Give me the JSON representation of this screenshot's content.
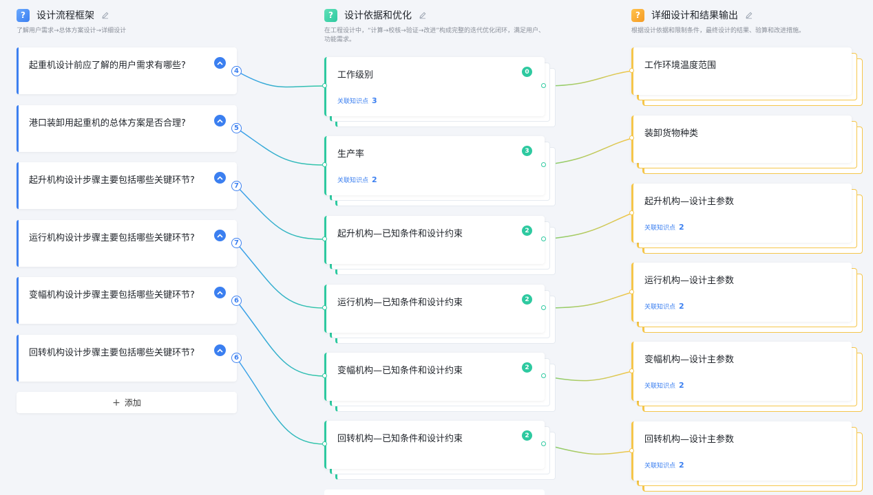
{
  "colors": {
    "blue": "#3b7ff0",
    "green": "#2ec9a0",
    "yellow": "#f5c64a",
    "background": "#f3f5f9"
  },
  "columns": [
    {
      "title": "设计流程框架",
      "description": "了解用户需求→总体方案设计→详细设计",
      "icon": "question-icon",
      "edit_icon": "pencil-icon"
    },
    {
      "title": "设计依据和优化",
      "description": "在工程设计中，“计算→校核→验证→改进”构成完整的迭代优化闭环，满足用户、功能需求。",
      "icon": "question-icon",
      "edit_icon": "pencil-icon"
    },
    {
      "title": "详细设计和结果输出",
      "description": "根据设计依据和限制条件，最终设计的结果、验算和改进措施。",
      "icon": "question-icon",
      "edit_icon": "pencil-icon"
    }
  ],
  "questions": [
    {
      "text": "起重机设计前应了解的用户需求有哪些?",
      "count": "4"
    },
    {
      "text": "港口装卸用起重机的总体方案是否合理?",
      "count": "5"
    },
    {
      "text": "起升机构设计步骤主要包括哪些关键环节?",
      "count": "7"
    },
    {
      "text": "运行机构设计步骤主要包括哪些关键环节?",
      "count": "7"
    },
    {
      "text": "变幅机构设计步骤主要包括哪些关键环节?",
      "count": "6"
    },
    {
      "text": "回转机构设计步骤主要包括哪些关键环节?",
      "count": "6"
    }
  ],
  "add_button": {
    "icon": "plus-icon",
    "label": "添加"
  },
  "basis_items": [
    {
      "title": "工作级别",
      "badge": "0",
      "related_label": "关联知识点",
      "related_count": "3"
    },
    {
      "title": "生产率",
      "badge": "3",
      "related_label": "关联知识点",
      "related_count": "2"
    },
    {
      "title": "起升机构—已知条件和设计约束",
      "badge": "2"
    },
    {
      "title": "运行机构—已知条件和设计约束",
      "badge": "2"
    },
    {
      "title": "变幅机构—已知条件和设计约束",
      "badge": "2"
    },
    {
      "title": "回转机构—已知条件和设计约束",
      "badge": "2"
    }
  ],
  "output_items": [
    {
      "title": "工作环境温度范围"
    },
    {
      "title": "装卸货物种类"
    },
    {
      "title": "起升机构—设计主参数",
      "related_label": "关联知识点",
      "related_count": "2"
    },
    {
      "title": "运行机构—设计主参数",
      "related_label": "关联知识点",
      "related_count": "2"
    },
    {
      "title": "变幅机构—设计主参数",
      "related_label": "关联知识点",
      "related_count": "2"
    },
    {
      "title": "回转机构—设计主参数",
      "related_label": "关联知识点",
      "related_count": "2"
    }
  ]
}
